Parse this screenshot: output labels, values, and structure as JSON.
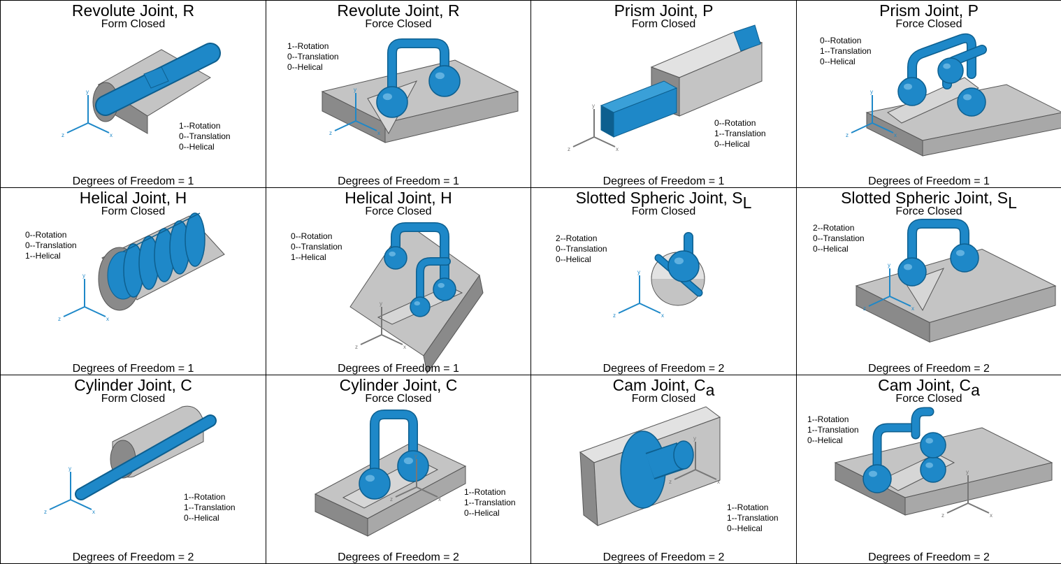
{
  "colors": {
    "part_blue": "#1e88c8",
    "part_gray": "#c4c4c4",
    "grid": "#000000"
  },
  "cells": [
    {
      "name": "Revolute Joint, R",
      "sub": "",
      "closure": "Form Closed",
      "dof_lines": [
        "1--Rotation",
        "0--Translation",
        "0--Helical"
      ],
      "dof": "Degrees of Freedom = 1"
    },
    {
      "name": "Revolute Joint, R",
      "sub": "",
      "closure": "Force Closed",
      "dof_lines": [
        "1--Rotation",
        "0--Translation",
        "0--Helical"
      ],
      "dof": "Degrees of Freedom = 1"
    },
    {
      "name": "Prism Joint, P",
      "sub": "",
      "closure": "Form Closed",
      "dof_lines": [
        "0--Rotation",
        "1--Translation",
        "0--Helical"
      ],
      "dof": "Degrees of Freedom = 1"
    },
    {
      "name": "Prism Joint, P",
      "sub": "",
      "closure": "Force Closed",
      "dof_lines": [
        "0--Rotation",
        "1--Translation",
        "0--Helical"
      ],
      "dof": "Degrees of Freedom = 1"
    },
    {
      "name": "Helical Joint, H",
      "sub": "",
      "closure": "Form Closed",
      "dof_lines": [
        "0--Rotation",
        "0--Translation",
        "1--Helical"
      ],
      "dof": "Degrees of Freedom = 1"
    },
    {
      "name": "Helical Joint, H",
      "sub": "",
      "closure": "Force Closed",
      "dof_lines": [
        "0--Rotation",
        "0--Translation",
        "1--Helical"
      ],
      "dof": "Degrees of Freedom = 1"
    },
    {
      "name": "Slotted Spheric Joint, S",
      "sub": "L",
      "closure": "Form Closed",
      "dof_lines": [
        "2--Rotation",
        "0--Translation",
        "0--Helical"
      ],
      "dof": "Degrees of Freedom = 2"
    },
    {
      "name": "Slotted Spheric Joint, S",
      "sub": "L",
      "closure": "Force Closed",
      "dof_lines": [
        "2--Rotation",
        "0--Translation",
        "0--Helical"
      ],
      "dof": "Degrees of Freedom = 2"
    },
    {
      "name": "Cylinder Joint, C",
      "sub": "",
      "closure": "Form Closed",
      "dof_lines": [
        "1--Rotation",
        "1--Translation",
        "0--Helical"
      ],
      "dof": "Degrees of Freedom = 2"
    },
    {
      "name": "Cylinder Joint, C",
      "sub": "",
      "closure": "Force Closed",
      "dof_lines": [
        "1--Rotation",
        "1--Translation",
        "0--Helical"
      ],
      "dof": "Degrees of Freedom = 2"
    },
    {
      "name": "Cam Joint, C",
      "sub": "a",
      "closure": "Form Closed",
      "dof_lines": [
        "1--Rotation",
        "1--Translation",
        "0--Helical"
      ],
      "dof": "Degrees of Freedom = 2"
    },
    {
      "name": "Cam Joint, C",
      "sub": "a",
      "closure": "Force Closed",
      "dof_lines": [
        "1--Rotation",
        "1--Translation",
        "0--Helical"
      ],
      "dof": "Degrees of Freedom = 2"
    }
  ]
}
